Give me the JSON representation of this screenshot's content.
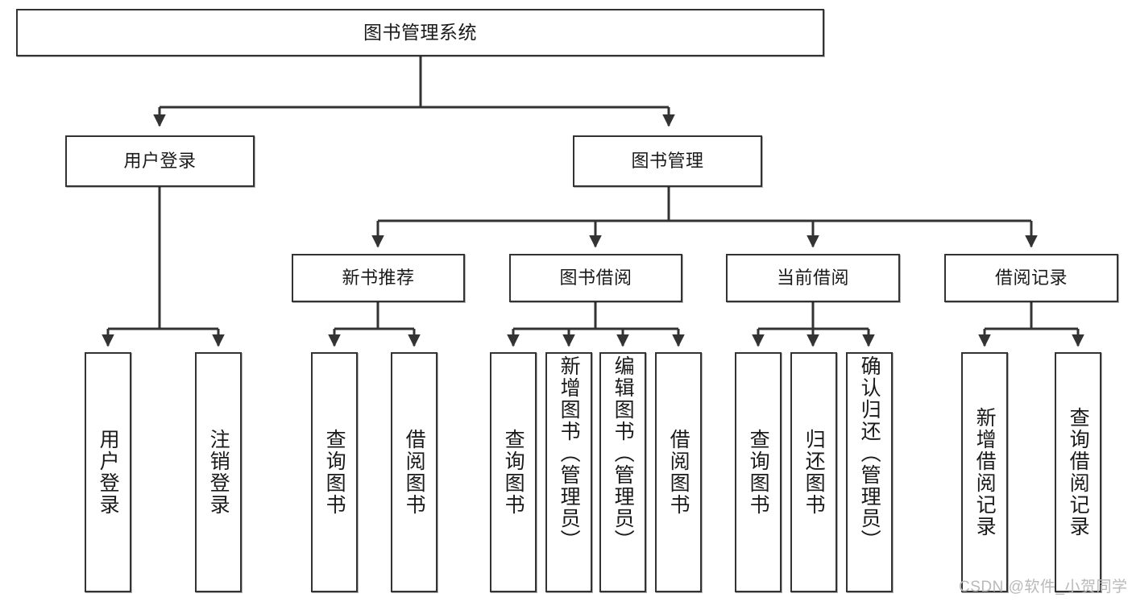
{
  "diagram": {
    "title": "图书管理系统",
    "type": "hierarchy-tree",
    "levels": 4,
    "colors": {
      "box_border": "#333333",
      "box_fill": "#ffffff",
      "edge": "#333333",
      "text": "#1a1a1a",
      "watermark": "#b9b9b9",
      "background": "#ffffff"
    }
  },
  "nodes": {
    "root": {
      "label": "图书管理系统"
    },
    "level2": [
      {
        "id": "user-login",
        "label": "用户登录"
      },
      {
        "id": "book-management",
        "label": "图书管理"
      }
    ],
    "level3": [
      {
        "id": "new-book-recommend",
        "label": "新书推荐"
      },
      {
        "id": "book-borrow",
        "label": "图书借阅"
      },
      {
        "id": "current-borrow",
        "label": "当前借阅"
      },
      {
        "id": "borrow-record",
        "label": "借阅记录"
      }
    ],
    "leaves": {
      "user-login": [
        {
          "id": "leaf-user-login",
          "label": "用户登录"
        },
        {
          "id": "leaf-logout-login",
          "label": "注销登录"
        }
      ],
      "new-book-recommend": [
        {
          "id": "leaf-query-book-1",
          "label": "查询图书"
        },
        {
          "id": "leaf-borrow-book-1",
          "label": "借阅图书"
        }
      ],
      "book-borrow": [
        {
          "id": "leaf-query-book-2",
          "label": "查询图书"
        },
        {
          "id": "leaf-add-book",
          "label": "新增图书（管理员）"
        },
        {
          "id": "leaf-edit-book",
          "label": "编辑图书（管理员）"
        },
        {
          "id": "leaf-borrow-book-2",
          "label": "借阅图书"
        }
      ],
      "current-borrow": [
        {
          "id": "leaf-query-book-3",
          "label": "查询图书"
        },
        {
          "id": "leaf-return-book",
          "label": "归还图书"
        },
        {
          "id": "leaf-confirm-return",
          "label": "确认归还（管理员）"
        }
      ],
      "borrow-record": [
        {
          "id": "leaf-add-record",
          "label": "新增借阅记录"
        },
        {
          "id": "leaf-query-record",
          "label": "查询借阅记录"
        }
      ]
    }
  },
  "watermark": {
    "text": "CSDN @软件_小贺同学"
  }
}
